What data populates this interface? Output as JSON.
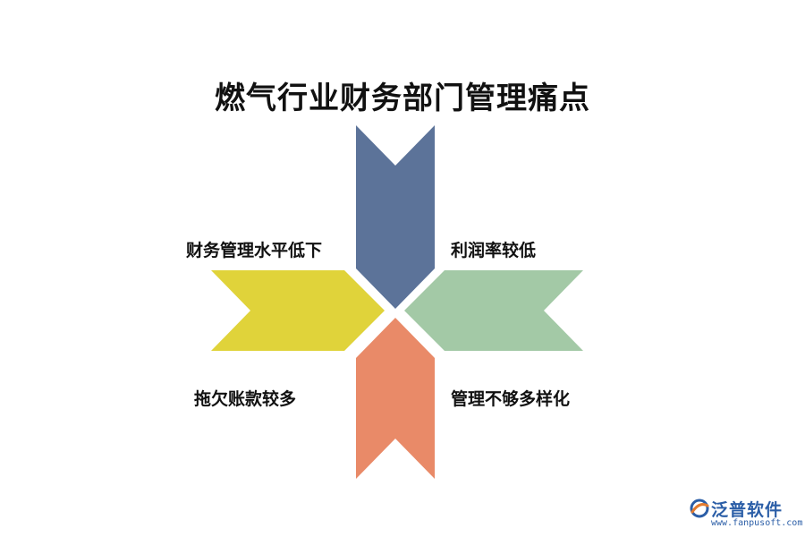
{
  "title": "燃气行业财务部门管理痛点",
  "items": [
    {
      "label": "财务管理水平低下",
      "color": "#e0d33a"
    },
    {
      "label": "利润率较低",
      "color": "#5c7399"
    },
    {
      "label": "拖欠账款较多",
      "color": "#e98a68"
    },
    {
      "label": "管理不够多样化",
      "color": "#a3c9a6"
    }
  ],
  "logo": {
    "brand_text": "泛普软件",
    "url_text": "www.fanpusoft.com",
    "brand_color": "#2b5ea7",
    "accent_color": "#e37b2f"
  }
}
